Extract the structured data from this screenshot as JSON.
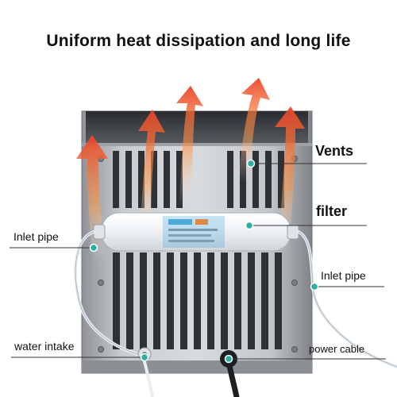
{
  "headline": "Uniform heat dissipation and long life",
  "callouts": {
    "vents": "Vents",
    "filter": "filter",
    "inlet_pipe_left": "Inlet pipe",
    "inlet_pipe_right": "Inlet pipe",
    "water_intake": "water intake",
    "power_cable": "power cable"
  },
  "colors": {
    "heat_arrow": "#e8452a",
    "heat_arrow_glow": "#ff9a4a",
    "panel_steel": "#b9bdc2",
    "vent_slot": "#2e3136",
    "filter_body": "#f4f6f8",
    "filter_label": "#3aa0d8",
    "pipe": "#e9eef2",
    "pointer_dot": "#2bb0a2"
  },
  "icons": {
    "heat_arrows": "heat-rising-arrow-icon",
    "pointer": "callout-pointer-dot-icon"
  }
}
